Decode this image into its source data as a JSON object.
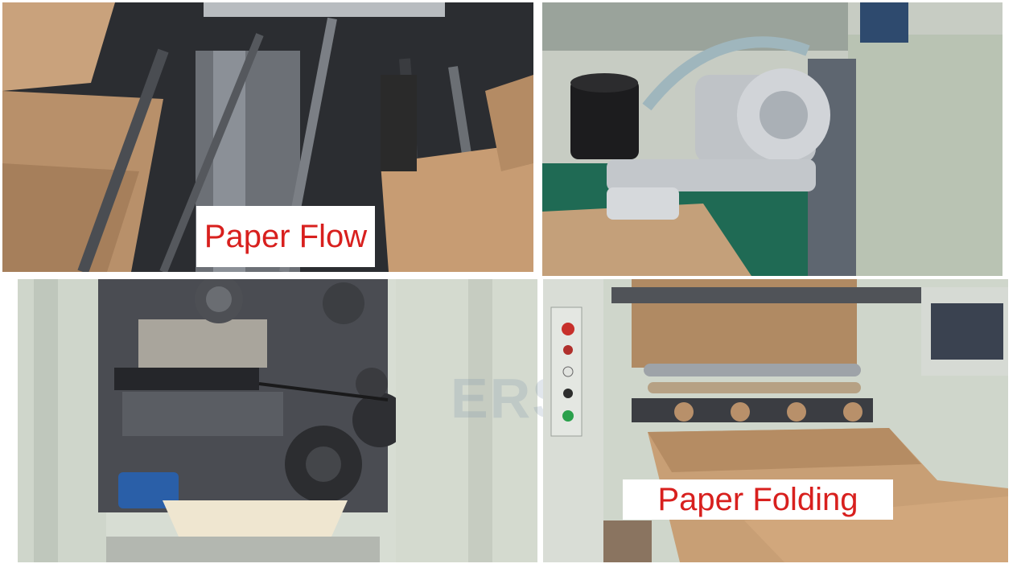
{
  "panels": [
    {
      "caption": "Paper Flow"
    },
    {
      "caption": ""
    },
    {
      "caption": ""
    },
    {
      "caption": "Paper Folding"
    }
  ],
  "watermark": "ERSPRIN",
  "colors": {
    "caption_text": "#d8201e",
    "caption_bg": "#ffffff",
    "kraft_paper": "#c79c73",
    "machine_green": "#c9d1c2",
    "dark_metal": "#2e3034"
  }
}
